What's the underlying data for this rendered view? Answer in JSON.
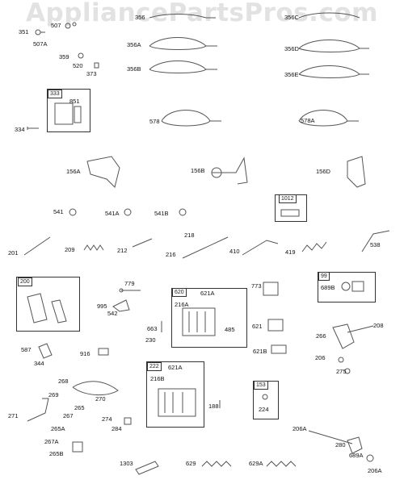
{
  "watermark": "AppliancePartsPros.com",
  "groups": [
    {
      "id": "333"
    },
    {
      "id": "1012"
    },
    {
      "id": "99"
    },
    {
      "id": "200"
    },
    {
      "id": "620"
    },
    {
      "id": "222"
    },
    {
      "id": "153"
    }
  ],
  "parts": [
    "351",
    "507",
    "507A",
    "359",
    "520",
    "373",
    "356",
    "356A",
    "356B",
    "356C",
    "356D",
    "356E",
    "333",
    "851",
    "334",
    "578",
    "578A",
    "156A",
    "156B",
    "156D",
    "1012",
    "541",
    "541A",
    "541B",
    "201",
    "209",
    "212",
    "218",
    "216",
    "410",
    "419",
    "538",
    "99",
    "689B",
    "200",
    "779",
    "995",
    "542",
    "620",
    "621A",
    "216A",
    "773",
    "663",
    "485",
    "230",
    "621",
    "621B",
    "266",
    "208",
    "206",
    "275",
    "587",
    "344",
    "916",
    "222",
    "621A",
    "216B",
    "268",
    "269",
    "270",
    "265",
    "267",
    "271",
    "265A",
    "267A",
    "265B",
    "274",
    "284",
    "188",
    "153",
    "224",
    "206A",
    "280",
    "689A",
    "206A",
    "1303",
    "629",
    "629A"
  ]
}
